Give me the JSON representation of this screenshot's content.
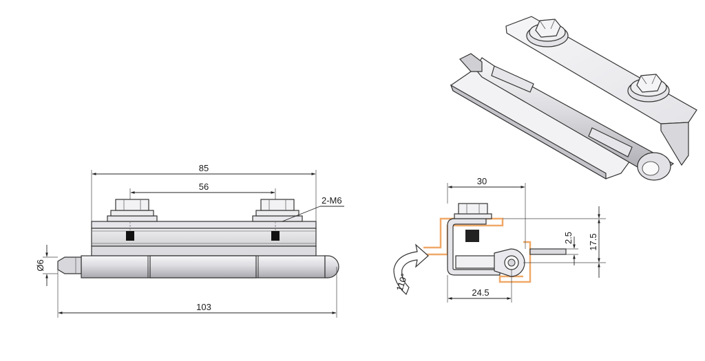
{
  "front_view": {
    "dim_overall_length": "103",
    "dim_plate_length": "85",
    "dim_bolt_spacing": "56",
    "dim_pin_diameter": "Ø6",
    "label_bolts": "2-M6"
  },
  "side_view": {
    "dim_width": "30",
    "dim_depth": "24.5",
    "dim_height": "17.5",
    "dim_offset": "2.5",
    "dim_rotation": "110°"
  },
  "colors": {
    "metal_light": "#e8e8ec",
    "metal_mid": "#c9c9cf",
    "outline": "#333333",
    "door_frame": "#f0a868"
  }
}
